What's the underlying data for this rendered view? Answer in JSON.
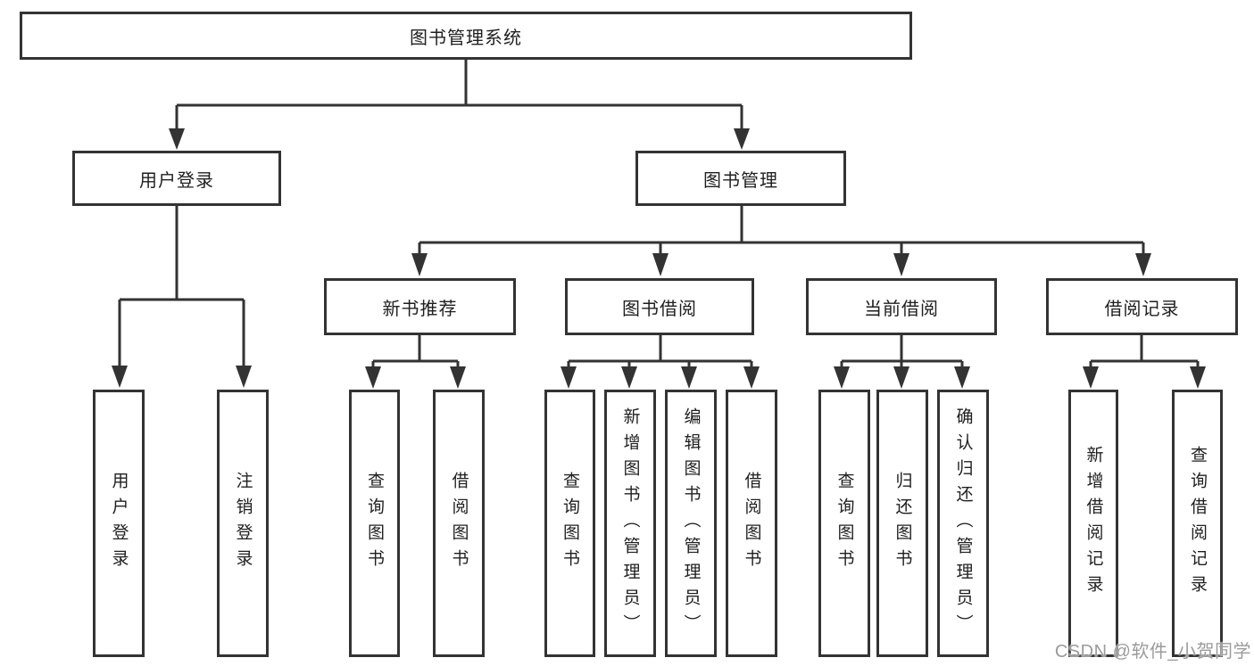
{
  "tree": {
    "root": {
      "label": "图书管理系统"
    },
    "branches": [
      {
        "label": "用户登录",
        "children": [
          {
            "label": "用户登录"
          },
          {
            "label": "注销登录"
          }
        ]
      },
      {
        "label": "图书管理",
        "groups": [
          {
            "label": "新书推荐",
            "children": [
              {
                "label": "查询图书"
              },
              {
                "label": "借阅图书"
              }
            ]
          },
          {
            "label": "图书借阅",
            "children": [
              {
                "label": "查询图书"
              },
              {
                "label": "新增图书（管理员）"
              },
              {
                "label": "编辑图书（管理员）"
              },
              {
                "label": "借阅图书"
              }
            ]
          },
          {
            "label": "当前借阅",
            "children": [
              {
                "label": "查询图书"
              },
              {
                "label": "归还图书"
              },
              {
                "label": "确认归还（管理员）"
              }
            ]
          },
          {
            "label": "借阅记录",
            "children": [
              {
                "label": "新增借阅记录"
              },
              {
                "label": "查询借阅记录"
              }
            ]
          }
        ]
      }
    ]
  },
  "watermark": {
    "text": "CSDN @软件_小贺同学"
  },
  "colors": {
    "line": "#333333",
    "text": "#1f1f1f",
    "background": "#ffffff",
    "watermark": "#9b9b9b"
  }
}
